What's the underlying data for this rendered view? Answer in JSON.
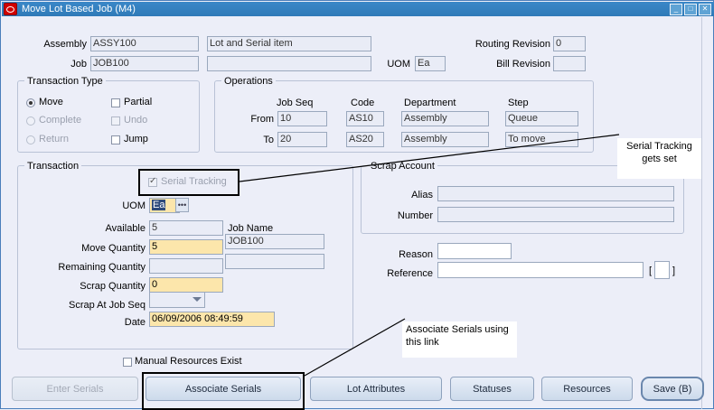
{
  "window": {
    "title": "Move Lot Based Job (M4)",
    "icon": "oracle-logo-icon",
    "controls": {
      "minimize": "_",
      "maximize": "□",
      "close": "✕"
    },
    "titlebar_color": "#3a87c8",
    "background_color": "#eceef8"
  },
  "header": {
    "assembly_label": "Assembly",
    "assembly_value": "ASSY100",
    "assembly_desc": "Lot and Serial item",
    "job_label": "Job",
    "job_value": "JOB100",
    "job_desc": "",
    "uom_label": "UOM",
    "uom_value": "Ea",
    "routing_revision_label": "Routing Revision",
    "routing_revision_value": "0",
    "bill_revision_label": "Bill Revision",
    "bill_revision_value": ""
  },
  "transaction_type": {
    "title": "Transaction Type",
    "radios": [
      {
        "label": "Move",
        "selected": true,
        "disabled": false
      },
      {
        "label": "Complete",
        "selected": false,
        "disabled": true
      },
      {
        "label": "Return",
        "selected": false,
        "disabled": true
      }
    ],
    "checkboxes": [
      {
        "label": "Partial",
        "checked": false,
        "disabled": false
      },
      {
        "label": "Undo",
        "checked": false,
        "disabled": true
      },
      {
        "label": "Jump",
        "checked": false,
        "disabled": false
      }
    ]
  },
  "operations": {
    "title": "Operations",
    "columns": [
      "Job Seq",
      "Code",
      "Department",
      "Step"
    ],
    "rows": [
      {
        "label": "From",
        "job_seq": "10",
        "code": "AS10",
        "department": "Assembly",
        "step": "Queue"
      },
      {
        "label": "To",
        "job_seq": "20",
        "code": "AS20",
        "department": "Assembly",
        "step": "To move"
      }
    ]
  },
  "transaction": {
    "title": "Transaction",
    "serial_tracking_label": "Serial Tracking",
    "serial_tracking_checked": true,
    "serial_tracking_disabled": true,
    "uom_label": "UOM",
    "uom_value": "Ea",
    "lov_glyph": "•••",
    "available_label": "Available",
    "available_value": "5",
    "job_name_label": "Job Name",
    "job_name_value": "JOB100",
    "move_quantity_label": "Move Quantity",
    "move_quantity_value": "5",
    "remaining_quantity_label": "Remaining Quantity",
    "remaining_quantity_value": "",
    "remaining_quantity_value2": "",
    "scrap_quantity_label": "Scrap Quantity",
    "scrap_quantity_value": "0",
    "scrap_at_job_seq_label": "Scrap At Job Seq",
    "scrap_at_job_seq_value": "",
    "date_label": "Date",
    "date_value": "06/09/2006 08:49:59"
  },
  "scrap_account": {
    "title": "Scrap Account",
    "alias_label": "Alias",
    "alias_value": "",
    "number_label": "Number",
    "number_value": ""
  },
  "reason_area": {
    "reason_label": "Reason",
    "reason_value": "",
    "reference_label": "Reference",
    "reference_value": "",
    "bracket_open": "[",
    "bracket_close": "]"
  },
  "footer": {
    "manual_resources_label": "Manual Resources Exist",
    "manual_resources_checked": false,
    "buttons": [
      {
        "label": "Enter Serials",
        "disabled": true,
        "highlighted": false,
        "default": false
      },
      {
        "label": "Associate Serials",
        "disabled": false,
        "highlighted": true,
        "default": false
      },
      {
        "label": "Lot Attributes",
        "disabled": false,
        "highlighted": false,
        "default": false
      },
      {
        "label": "Statuses",
        "disabled": false,
        "highlighted": false,
        "default": false
      },
      {
        "label": "Resources",
        "disabled": false,
        "highlighted": false,
        "default": false
      },
      {
        "label": "Save (B)",
        "disabled": false,
        "highlighted": false,
        "default": true
      }
    ]
  },
  "annotations": [
    {
      "name": "serial-tracking-callout",
      "text": "Serial Tracking gets set"
    },
    {
      "name": "associate-serials-callout",
      "text": "Associate Serials using this link"
    }
  ]
}
